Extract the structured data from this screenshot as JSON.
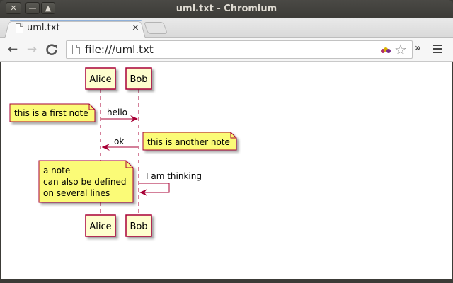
{
  "window": {
    "title": "uml.txt - Chromium",
    "controls": {
      "close": "✕",
      "minimize": "—",
      "maximize": "▲"
    }
  },
  "tabs": [
    {
      "label": "uml.txt",
      "close": "×",
      "active": true
    }
  ],
  "toolbar": {
    "back": "←",
    "forward": "→",
    "reload": "C",
    "url": "file:///uml.txt",
    "bookmark_star": "☆",
    "overflow": "»"
  },
  "diagram": {
    "participants": [
      {
        "name": "Alice"
      },
      {
        "name": "Bob"
      }
    ],
    "messages": [
      {
        "from": "Alice",
        "to": "Bob",
        "label": "hello"
      },
      {
        "from": "Bob",
        "to": "Alice",
        "label": "ok"
      },
      {
        "from": "Bob",
        "to": "Bob",
        "label": "I am thinking"
      }
    ],
    "notes": [
      {
        "position": "left of Alice",
        "lines": [
          "this is a first note"
        ]
      },
      {
        "position": "right of Bob",
        "lines": [
          "this is another note"
        ]
      },
      {
        "position": "left of Bob",
        "lines": [
          "a note",
          "can also be defined",
          "on several lines"
        ]
      }
    ],
    "colors": {
      "participant_fill": "#fefece",
      "participant_border": "#a80036",
      "note_fill": "#fbfb77",
      "note_border": "#a80036",
      "arrow": "#a80036"
    }
  }
}
